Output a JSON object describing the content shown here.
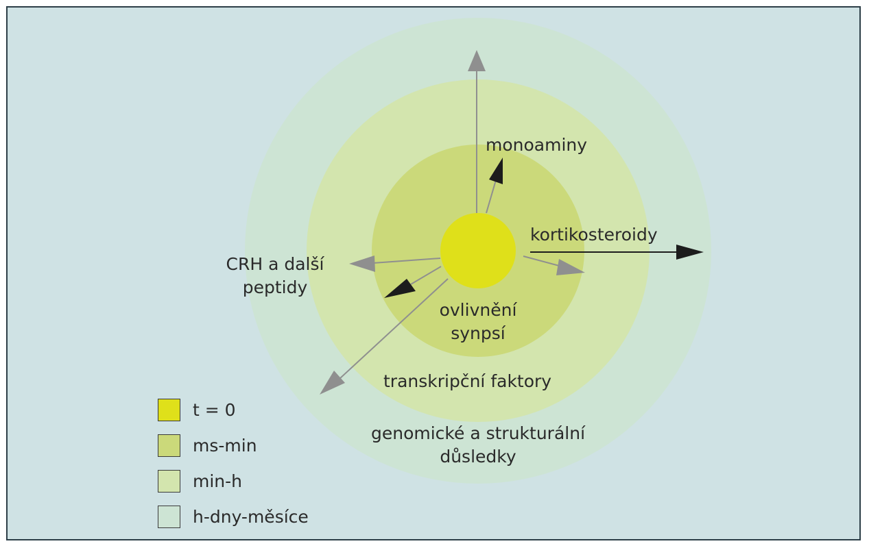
{
  "colors": {
    "background": "#cfe2e4",
    "border": "#2c3e47",
    "t0": "#dfe01a",
    "ms_min": "#cbd97a",
    "min_h": "#d3e5ae",
    "h_dny_mesice": "#cde4d4",
    "arrow_grey": "#8f8f8f",
    "arrow_black": "#1c1c1c",
    "text": "#2a2a2a"
  },
  "labels": {
    "monoaminy": "monoaminy",
    "kortikosteroidy": "kortikosteroidy",
    "crh_line1": "CRH a další",
    "crh_line2": "peptidy",
    "ovlivneni_line1": "ovlivnění",
    "ovlivneni_line2": "synpsí",
    "transkripcni": "transkripční faktory",
    "genomicke_line1": "genomické a strukturální",
    "genomicke_line2": "důsledky"
  },
  "legend": [
    {
      "label": "t = 0",
      "color": "#dfe01a"
    },
    {
      "label": "ms-min",
      "color": "#cbd97a"
    },
    {
      "label": "min-h",
      "color": "#d3e5ae"
    },
    {
      "label": "h-dny-měsíce",
      "color": "#cde4d4"
    }
  ]
}
